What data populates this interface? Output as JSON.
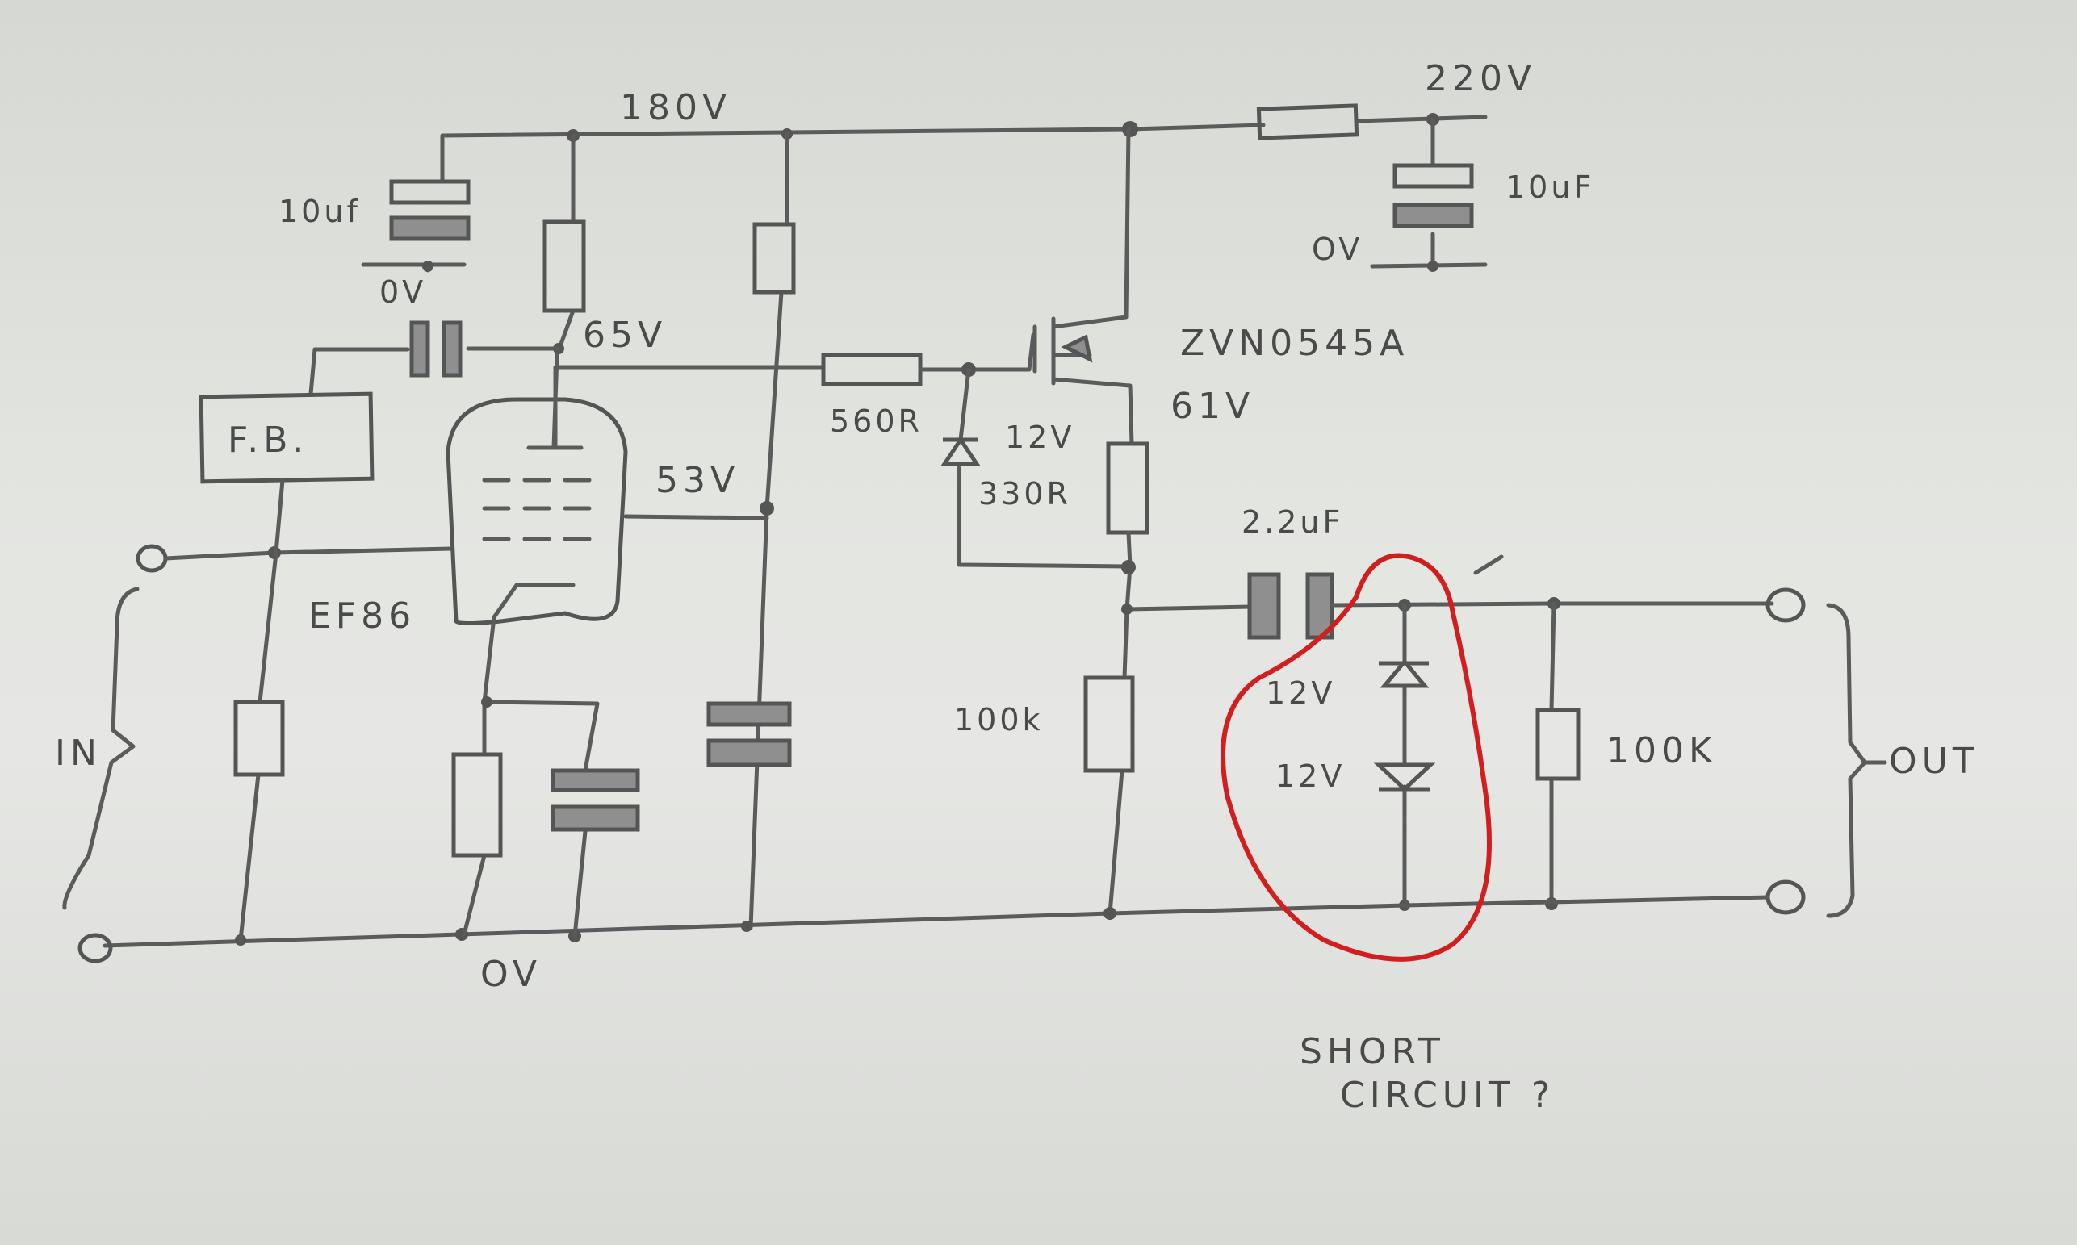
{
  "labels": {
    "v180": "180V",
    "v220": "220V",
    "c10uf_left": "10uf",
    "c10uf_right": "10uF",
    "ov_left": "0V",
    "ov_right": "OV",
    "v65": "65V",
    "fb": "F.B.",
    "mosfet": "ZVN0545A",
    "v61": "61V",
    "r560": "560R",
    "z12_top": "12V",
    "r330": "330R",
    "v53": "53V",
    "c22uf": "2.2uF",
    "ef86": "EF86",
    "r100k_mid": "100k",
    "z12_a": "12V",
    "z12_b": "12V",
    "r100k_out": "100K",
    "in": "IN",
    "out": "OUT",
    "ov_bottom": "OV",
    "short_line1": "SHORT",
    "short_line2": "CIRCUIT ?"
  },
  "colors": {
    "ink": "#555555",
    "highlight": "#d11f1f",
    "paper": "#e3e5e1"
  }
}
